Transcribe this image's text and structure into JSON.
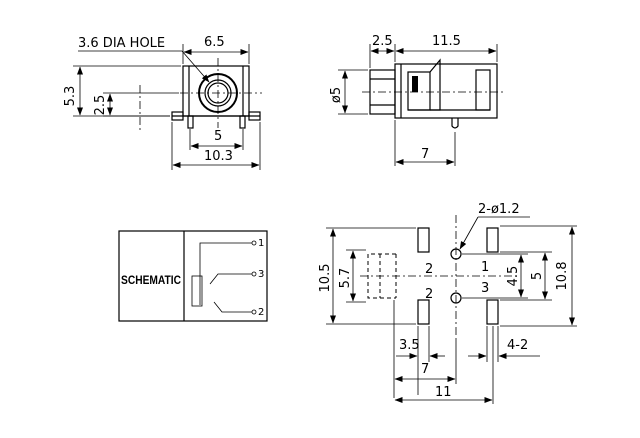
{
  "front_view": {
    "dia_hole": "3.6 DIA HOLE",
    "width": "6.5",
    "height": "5.3",
    "center_height": "2.5",
    "pin_span": "5",
    "base_width": "10.3"
  },
  "side_view": {
    "front_len": "2.5",
    "body_len": "11.5",
    "diameter": "ø5",
    "pin_pos": "7"
  },
  "schematic": {
    "label": "SCHEMATIC",
    "pin1": "1",
    "pin3": "3",
    "pin2": "2"
  },
  "footprint": {
    "hole_spec": "2-ø1.2",
    "height_outer": "10.5",
    "height_inner": "5.7",
    "pad_label_top": "2",
    "pad_label_bottom": "2",
    "pin1": "1",
    "pin3": "3",
    "spacing_45": "4.5",
    "spacing_5": "5",
    "height_right": "10.8",
    "dim_35": "3.5",
    "dim_42": "4-2",
    "dim_7": "7",
    "dim_11": "11"
  }
}
